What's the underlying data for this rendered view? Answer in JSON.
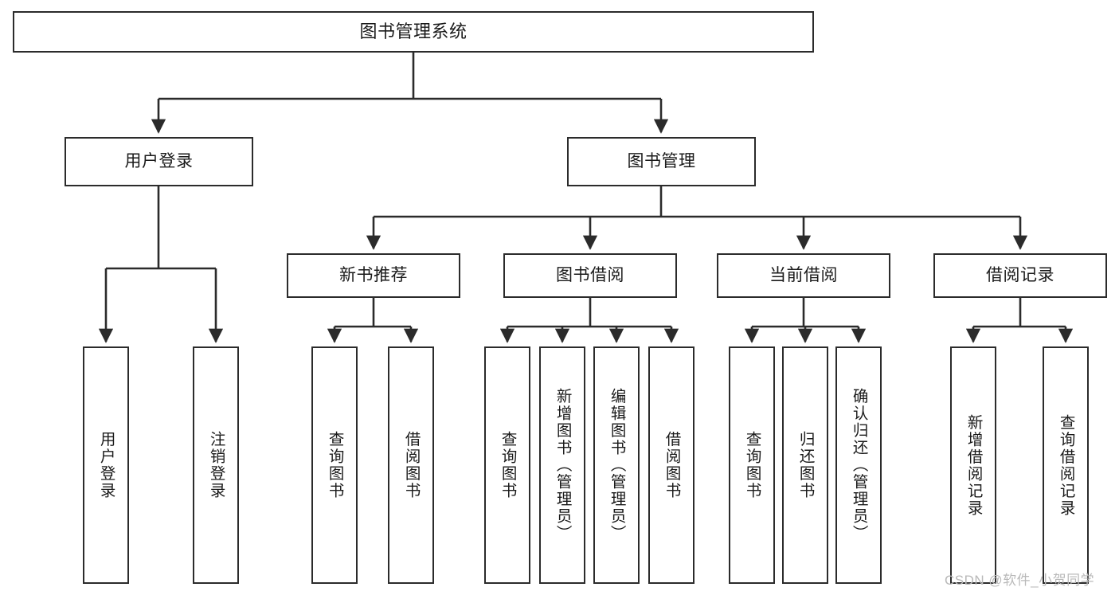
{
  "diagram": {
    "title": "图书管理系统",
    "watermark": "CSDN @软件_小贺同学",
    "colors": {
      "background": "#ffffff",
      "border": "#2b2b2b",
      "text": "#1a1a1a",
      "connector": "#2b2b2b",
      "watermark": "#b9b9b9"
    },
    "root": {
      "label": "图书管理系统"
    },
    "level2": [
      {
        "label": "用户登录"
      },
      {
        "label": "图书管理"
      }
    ],
    "level3": [
      {
        "label": "新书推荐"
      },
      {
        "label": "图书借阅"
      },
      {
        "label": "当前借阅"
      },
      {
        "label": "借阅记录"
      }
    ],
    "leaves": {
      "user_login": [
        {
          "label": "用户登录"
        },
        {
          "label": "注销登录"
        }
      ],
      "new_book": [
        {
          "label": "查询图书"
        },
        {
          "label": "借阅图书"
        }
      ],
      "book_borrow": [
        {
          "label": "查询图书"
        },
        {
          "label": "新增图书（管理员）"
        },
        {
          "label": "编辑图书（管理员）"
        },
        {
          "label": "借阅图书"
        }
      ],
      "current_borrow": [
        {
          "label": "查询图书"
        },
        {
          "label": "归还图书"
        },
        {
          "label": "确认归还（管理员）"
        }
      ],
      "borrow_record": [
        {
          "label": "新增借阅记录"
        },
        {
          "label": "查询借阅记录"
        }
      ]
    }
  }
}
